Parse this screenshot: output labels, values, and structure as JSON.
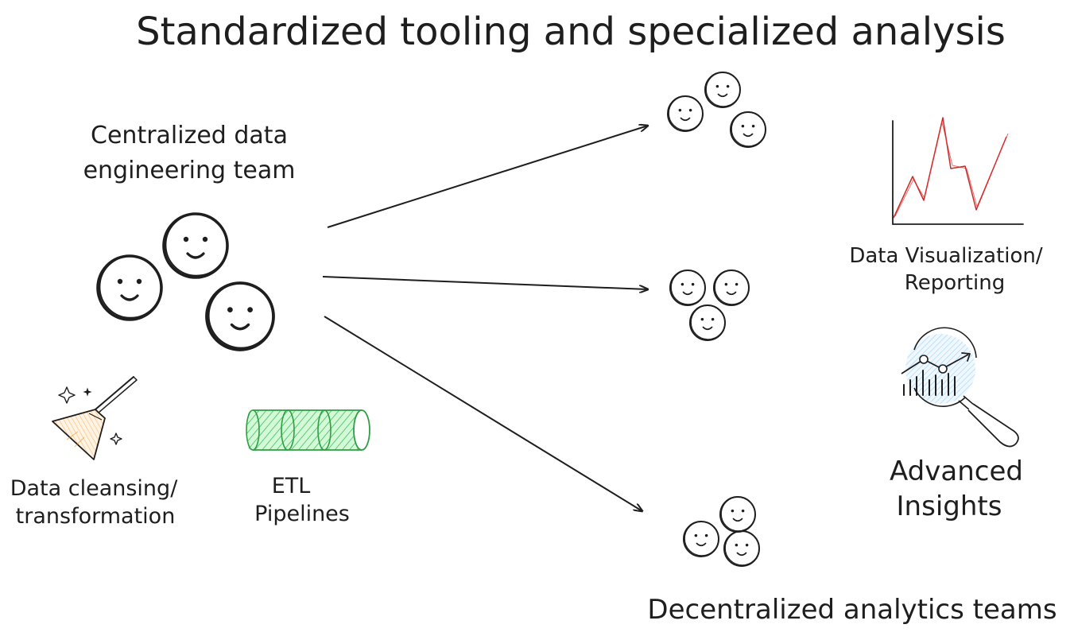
{
  "title": "Standardized tooling and specialized analysis",
  "central_team": {
    "label_line1": "Centralized data",
    "label_line2": "engineering team"
  },
  "tools": {
    "cleansing_line1": "Data cleansing/",
    "cleansing_line2": "transformation",
    "etl_line1": "ETL",
    "etl_line2": "Pipelines"
  },
  "outputs": {
    "viz_line1": "Data Visualization/",
    "viz_line2": "Reporting",
    "insights_line1": "Advanced",
    "insights_line2": "Insights"
  },
  "decentralized": {
    "label": "Decentralized analytics teams"
  },
  "colors": {
    "ink": "#1e1e1e",
    "pipeline_green": "#2f9e44",
    "pipeline_fill": "#b2f2bb",
    "broom_fill": "#ffd8a8",
    "chart_red": "#c92a2a",
    "lens_fill": "#a5d8ff"
  },
  "icons": {
    "broom": "broom-icon",
    "pipeline": "pipeline-icon",
    "chart": "line-chart-icon",
    "magnifier": "magnifier-chart-icon",
    "person": "smiley-face-icon"
  }
}
